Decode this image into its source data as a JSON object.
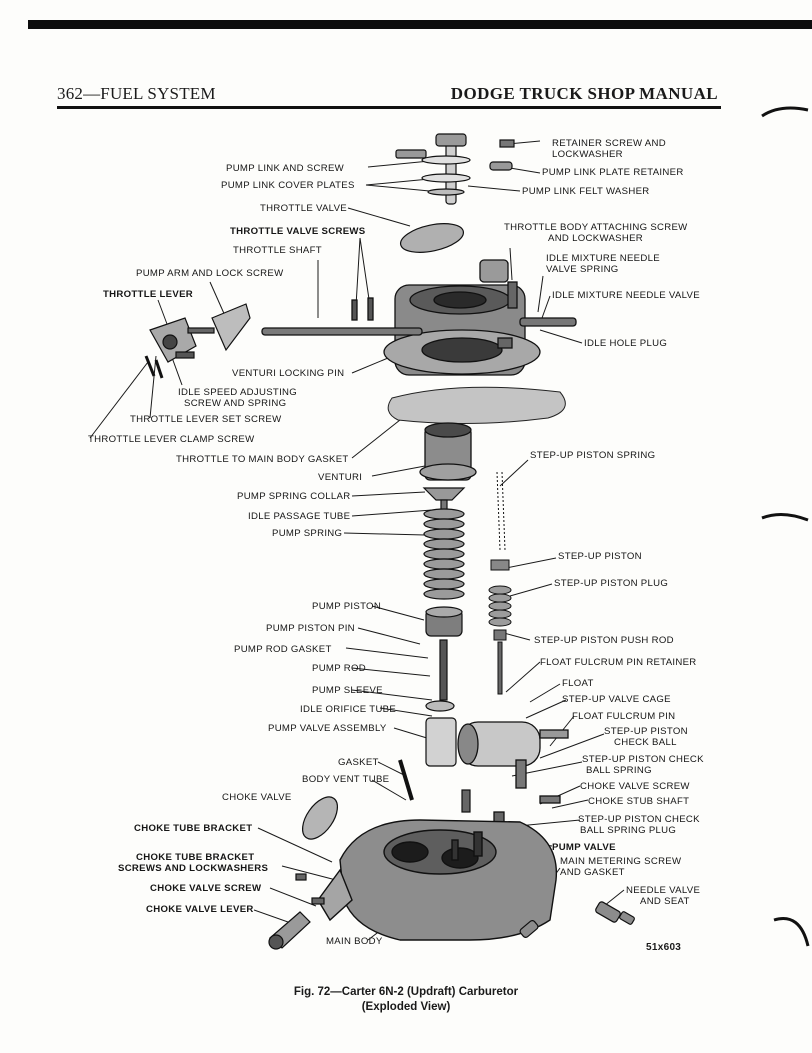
{
  "header": {
    "left": "362—FUEL SYSTEM",
    "right": "DODGE TRUCK SHOP MANUAL"
  },
  "figure_id": "51x603",
  "caption": {
    "line1": "Fig. 72—Carter 6N-2 (Updraft) Carburetor",
    "line2": "(Exploded View)"
  },
  "labels": {
    "retainer_screw": [
      "RETAINER SCREW AND",
      "LOCKWASHER"
    ],
    "pump_link_plate_retainer": "PUMP LINK PLATE RETAINER",
    "pump_link_felt_washer": "PUMP LINK FELT WASHER",
    "pump_link_and_screw": "PUMP LINK AND SCREW",
    "pump_link_cover_plates": "PUMP LINK COVER PLATES",
    "throttle_valve": "THROTTLE VALVE",
    "throttle_valve_screws": "THROTTLE VALVE SCREWS",
    "throttle_body_attaching_screw": [
      "THROTTLE BODY ATTACHING SCREW",
      "AND LOCKWASHER"
    ],
    "throttle_shaft": "THROTTLE SHAFT",
    "idle_mixture_needle_valve_spring": [
      "IDLE MIXTURE NEEDLE",
      "VALVE SPRING"
    ],
    "pump_arm_and_lock_screw": "PUMP ARM AND LOCK SCREW",
    "throttle_lever": "THROTTLE LEVER",
    "idle_mixture_needle_valve": "IDLE MIXTURE NEEDLE VALVE",
    "idle_hole_plug": "IDLE HOLE PLUG",
    "venturi_locking_pin": "VENTURI LOCKING PIN",
    "idle_speed_adjusting_screw": [
      "IDLE SPEED ADJUSTING",
      "SCREW AND SPRING"
    ],
    "throttle_lever_set_screw": "THROTTLE LEVER SET SCREW",
    "throttle_lever_clamp_screw": "THROTTLE LEVER CLAMP SCREW",
    "throttle_to_main_body_gasket": "THROTTLE TO MAIN BODY GASKET",
    "venturi": "VENTURI",
    "step_up_piston_spring": "STEP-UP PISTON SPRING",
    "pump_spring_collar": "PUMP SPRING COLLAR",
    "idle_passage_tube": "IDLE PASSAGE TUBE",
    "pump_spring": "PUMP SPRING",
    "step_up_piston": "STEP-UP PISTON",
    "step_up_piston_plug": "STEP-UP PISTON PLUG",
    "pump_piston": "PUMP PISTON",
    "pump_piston_pin": "PUMP PISTON PIN",
    "step_up_piston_push_rod": "STEP-UP PISTON PUSH ROD",
    "pump_rod_gasket": "PUMP ROD GASKET",
    "float_fulcrum_pin_retainer": "FLOAT FULCRUM PIN RETAINER",
    "pump_rod": "PUMP ROD",
    "float": "FLOAT",
    "pump_sleeve": "PUMP SLEEVE",
    "step_up_valve_cage": "STEP-UP VALVE CAGE",
    "idle_orifice_tube": "IDLE ORIFICE TUBE",
    "float_fulcrum_pin": "FLOAT FULCRUM PIN",
    "pump_valve_assembly": "PUMP VALVE ASSEMBLY",
    "step_up_piston_check_ball": [
      "STEP-UP PISTON",
      "CHECK BALL"
    ],
    "gasket": "GASKET",
    "step_up_piston_check_ball_spring": [
      "STEP-UP PISTON CHECK",
      "BALL SPRING"
    ],
    "body_vent_tube": "BODY VENT TUBE",
    "choke_valve_screw_r": "CHOKE VALVE SCREW",
    "choke_valve": "CHOKE VALVE",
    "choke_stub_shaft": "CHOKE STUB SHAFT",
    "step_up_piston_check_ball_spring_plug": [
      "STEP-UP PISTON CHECK",
      "BALL SPRING PLUG"
    ],
    "choke_tube_bracket": "CHOKE TUBE BRACKET",
    "pump_valve": "PUMP VALVE",
    "choke_tube_bracket_screws": [
      "CHOKE TUBE BRACKET",
      "SCREWS AND LOCKWASHERS"
    ],
    "main_metering_screw": [
      "MAIN METERING SCREW",
      "AND GASKET"
    ],
    "choke_valve_screw_l": "CHOKE VALVE SCREW",
    "needle_valve_and_seat": [
      "NEEDLE VALVE",
      "AND SEAT"
    ],
    "choke_valve_lever": "CHOKE VALVE LEVER",
    "main_body": "MAIN BODY"
  }
}
